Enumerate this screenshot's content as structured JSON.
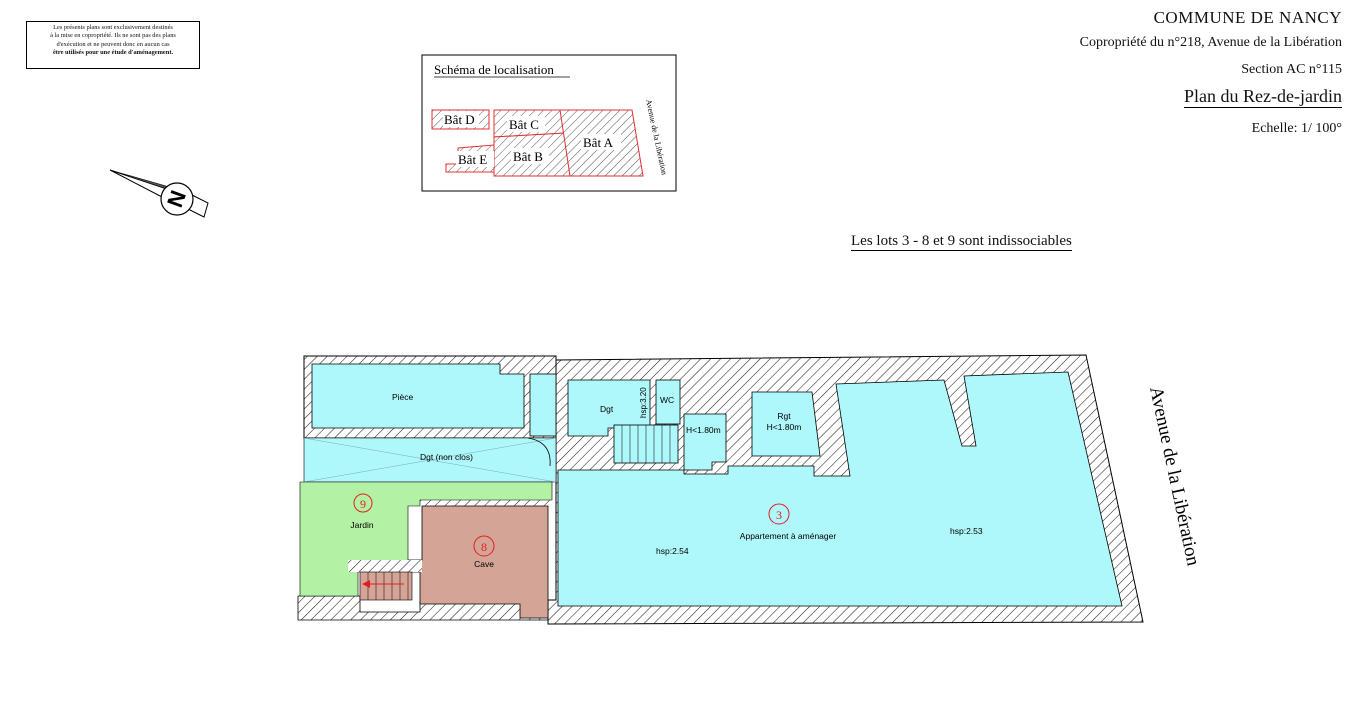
{
  "disclaimer": {
    "line1": "Les présents plans sont exclusivement destinés",
    "line2": "à la mise en copropriété. Ils ne sont pas des plans",
    "line3": "d'exécution et ne peuvent donc en aucun cas",
    "line4": "être utilisés pour une étude d'aménagement."
  },
  "header": {
    "commune": "COMMUNE  DE NANCY",
    "copropriete": "Copropriété du n°218, Avenue de la Libération",
    "section": "Section AC n°115",
    "plan_title": "Plan du Rez-de-jardin",
    "echelle": "Echelle: 1/ 100°"
  },
  "note": "Les lots 3 - 8 et 9 sont indissociables",
  "location_schema": {
    "title": "Schéma de localisation",
    "street": "Avenue de la Libération",
    "buildings": {
      "a": "Bât A",
      "b": "Bât B",
      "c": "Bât C",
      "d": "Bât D",
      "e": "Bât E"
    }
  },
  "compass": {
    "letter": "N",
    "icon": "north-arrow-icon"
  },
  "street_label": "Avenue de la Libération",
  "rooms": {
    "piece": "Pièce",
    "dgt_non_clos": "Dgt (non clos)",
    "dgt": "Dgt",
    "hsp_320": "hsp:3.20",
    "wc": "WC",
    "h180": "H<1.80m",
    "rgt": "Rgt",
    "rgt_h": "H<1.80m",
    "jardin": "Jardin",
    "cave": "Cave",
    "appartement": "Appartement à aménager",
    "hsp_254": "hsp:2.54",
    "hsp_253": "hsp:2.53"
  },
  "lots": {
    "lot3": "3",
    "lot8": "8",
    "lot9": "9"
  },
  "colors": {
    "room": "#aef8fb",
    "garden": "#b3f2a4",
    "cave": "#d4a497",
    "lot_circle": "#e02020",
    "hatch": "#222222"
  }
}
